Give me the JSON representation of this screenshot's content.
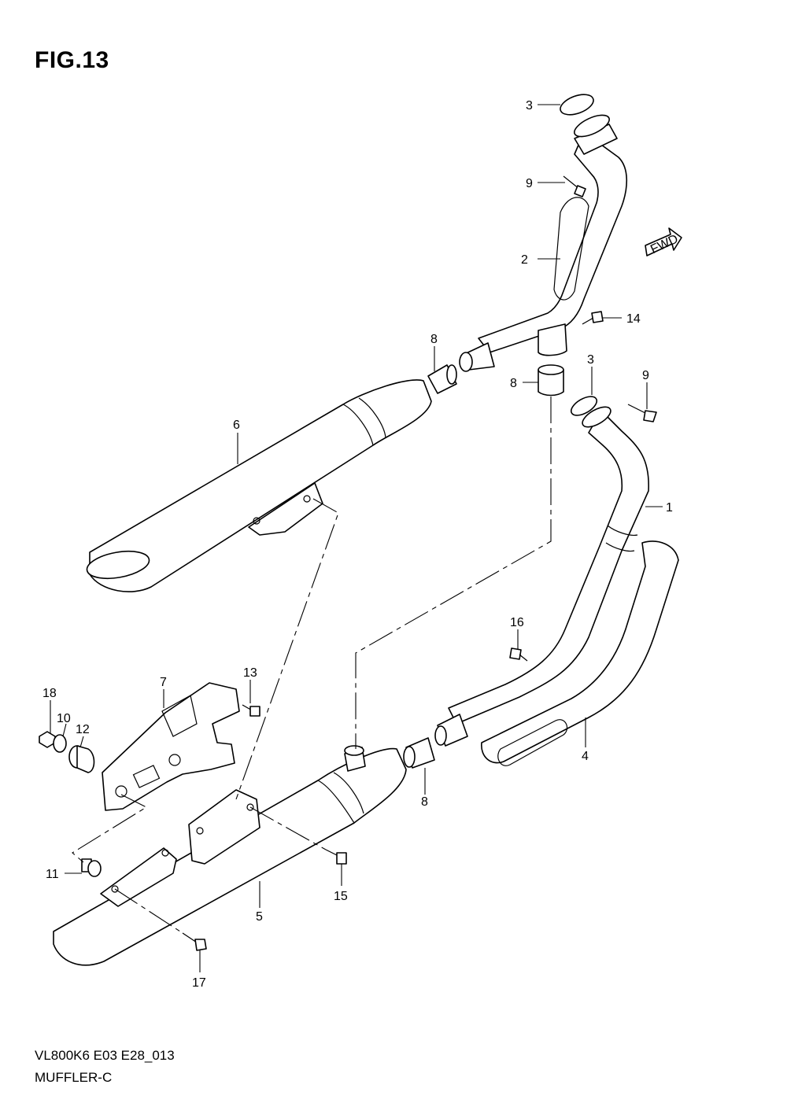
{
  "figure": {
    "title": "FIG.13"
  },
  "footer": {
    "code": "VL800K6 E03 E28_013",
    "name": "MUFFLER-C"
  },
  "direction_badge": "FWD",
  "callouts": [
    "1",
    "2",
    "3",
    "3",
    "4",
    "5",
    "6",
    "7",
    "8",
    "8",
    "8",
    "9",
    "9",
    "10",
    "11",
    "12",
    "13",
    "14",
    "15",
    "16",
    "17",
    "18"
  ]
}
